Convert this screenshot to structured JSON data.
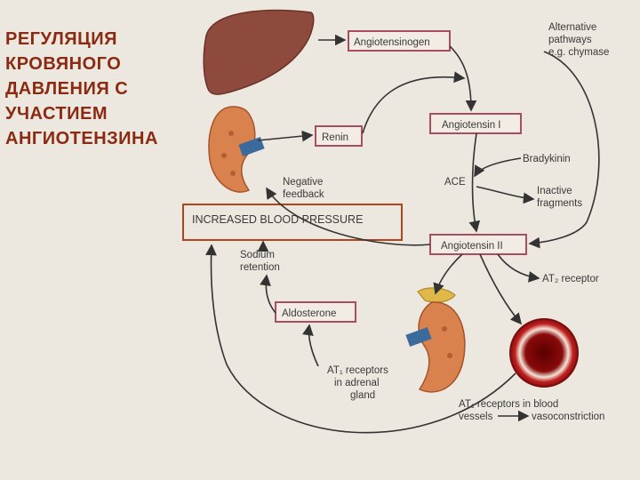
{
  "title_lines": [
    "РЕГУЛЯЦИЯ",
    "КРОВЯНОГО",
    "ДАВЛЕНИЯ С",
    "УЧАСТИЕМ",
    "АНГИОТЕНЗИНА"
  ],
  "boxes": {
    "angiotensinogen": "Angiotensinogen",
    "renin": "Renin",
    "angiotensin1": "Angiotensin I",
    "angiotensin2": "Angiotensin II",
    "aldosterone": "Aldosterone",
    "increased_bp": "INCREASED BLOOD PRESSURE"
  },
  "labels": {
    "alt_pathways": [
      "Alternative",
      "pathways",
      "e.g. chymase"
    ],
    "negative_feedback": [
      "Negative",
      "feedback"
    ],
    "bradykinin": "Bradykinin",
    "ace": "ACE",
    "inactive_fragments": [
      "Inactive",
      "fragments"
    ],
    "sodium_retention": [
      "Sodium",
      "retention"
    ],
    "at2_receptor": "AT₂ receptor",
    "at1_adrenal": [
      "AT₁ receptors",
      "in adrenal",
      "gland"
    ],
    "at1_vessels": [
      "AT₁ receptors in blood",
      "vessels"
    ],
    "vasoconstriction": "vasoconstriction"
  },
  "colors": {
    "title": "#8b2a12",
    "box_border": "#a84f5f",
    "highlight_border": "#b0451c",
    "liver": "#8e4a3c",
    "kidney": "#d9824e",
    "vessel": "#9b1414"
  },
  "icons": [
    "liver-illustration",
    "kidney-illustration",
    "blood-vessel-cross-section"
  ]
}
